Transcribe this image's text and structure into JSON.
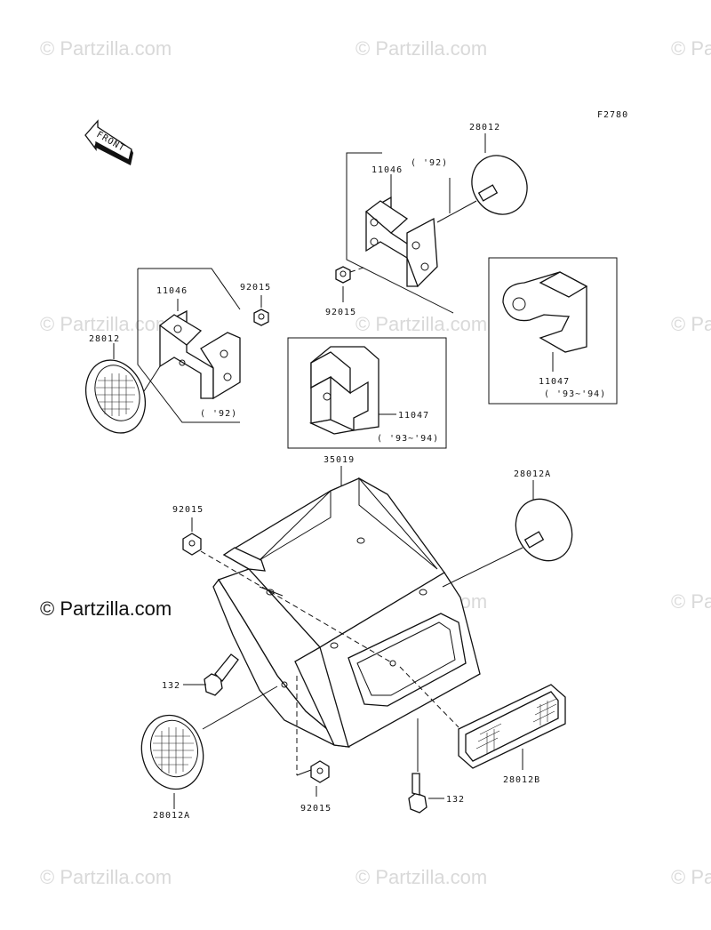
{
  "figure_code": "F2780",
  "front_arrow_label": "FRONT",
  "watermark_text": "© Partzilla.com",
  "logo_text": "© Partzilla.com",
  "labels": {
    "p28012_top": "28012",
    "p11046_top": "11046",
    "p92_top": "( '92)",
    "p92015_top": "92015",
    "p11046_left": "11046",
    "p92015_left": "92015",
    "p28012_left": "28012",
    "p92_left": "( '92)",
    "p11047_center": "11047",
    "p93_94_center": "( '93~'94)",
    "p11047_right": "11047",
    "p93_94_right": "( '93~'94)",
    "p35019": "35019",
    "p92015_mid": "92015",
    "p28012A_right": "28012A",
    "p132_left": "132",
    "p28012A_bottom": "28012A",
    "p92015_bottom": "92015",
    "p132_bottom": "132",
    "p28012B": "28012B"
  }
}
